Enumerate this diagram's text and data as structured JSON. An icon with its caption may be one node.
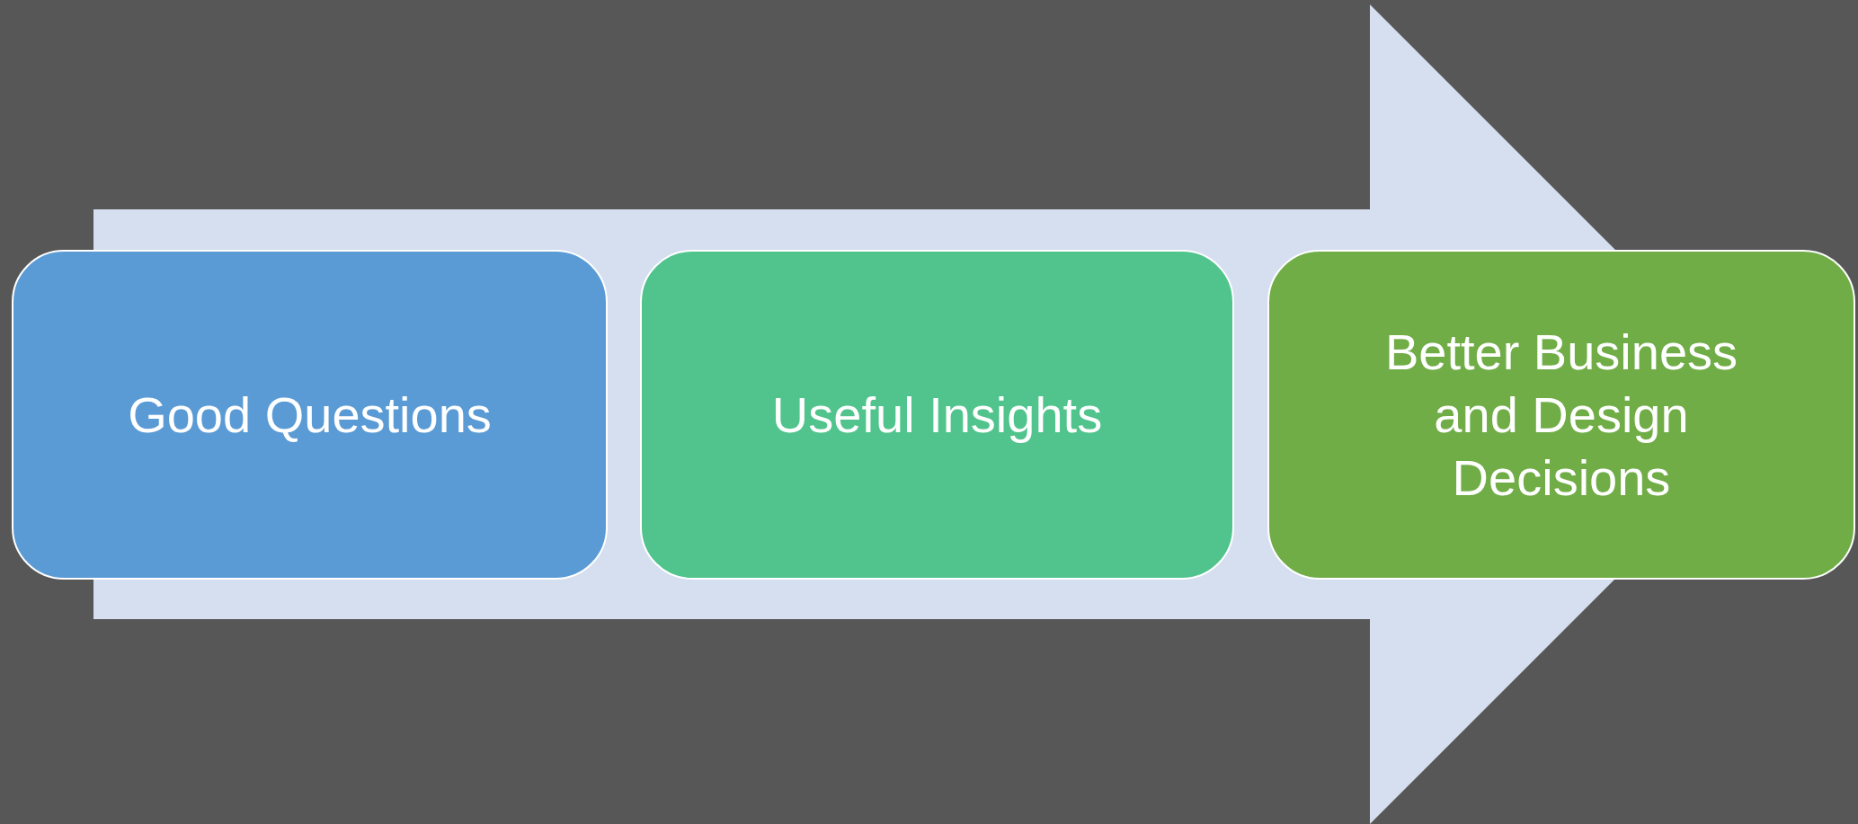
{
  "diagram": {
    "nodes": [
      {
        "text": [
          "Good Questions"
        ]
      },
      {
        "text": [
          "Useful Insights"
        ]
      },
      {
        "text": [
          "Better Business and Design Decisions"
        ]
      }
    ],
    "edges": [
      {
        "from": 0,
        "to": 2,
        "arrow": "to"
      }
    ]
  }
}
